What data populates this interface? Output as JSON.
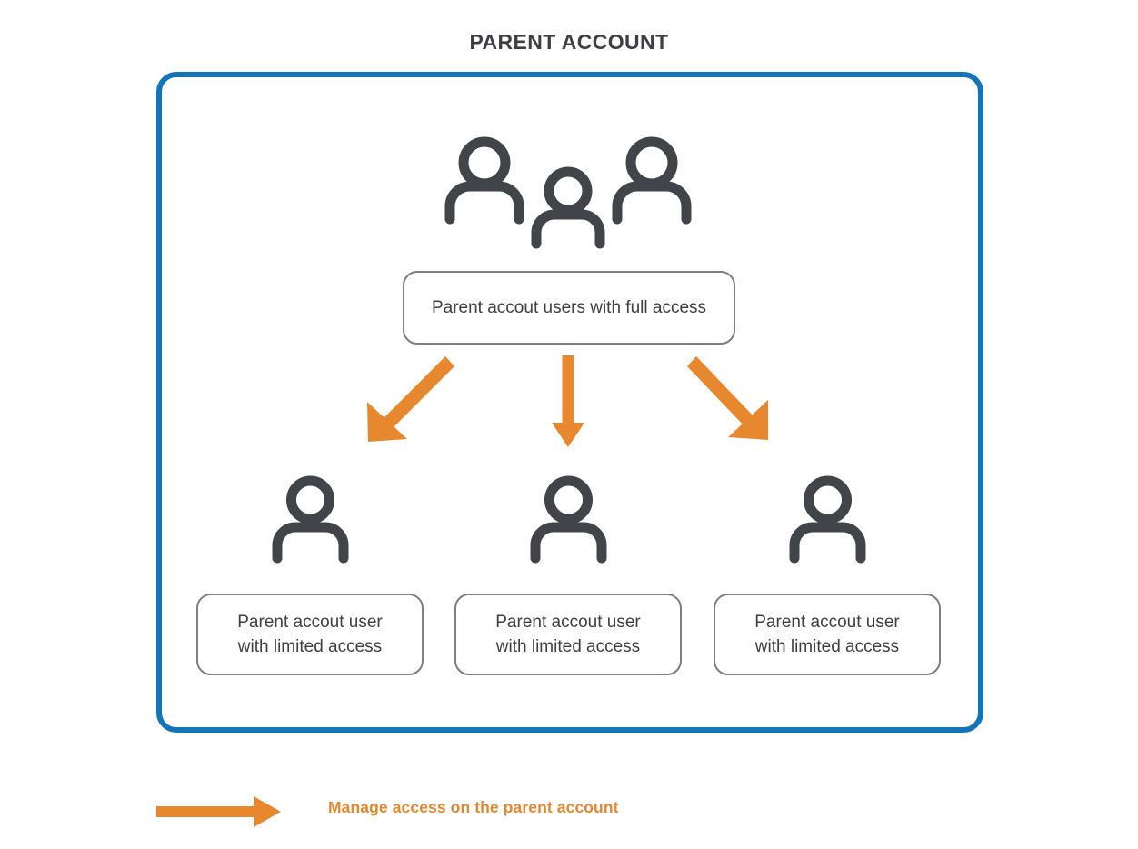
{
  "page": {
    "title": "PARENT ACCOUNT",
    "background_color": "#ffffff"
  },
  "colors": {
    "container_border": "#1275bc",
    "arrow_orange": "#e8882e",
    "legend_text": "#e2882f",
    "icon_gray": "#414449",
    "box_border": "#7c7f87",
    "text_dark": "#3d3f45"
  },
  "container": {
    "name": "parent-account-container",
    "border_color": "#1275bc"
  },
  "nodes": {
    "root": {
      "icon": "group-of-three-people-icon",
      "label": "Parent accout users with full access"
    },
    "children": [
      {
        "icon": "person-icon",
        "label_line1": "Parent accout user",
        "label_line2": "with limited access"
      },
      {
        "icon": "person-icon",
        "label_line1": "Parent accout user",
        "label_line2": "with limited access"
      },
      {
        "icon": "person-icon",
        "label_line1": "Parent accout user",
        "label_line2": "with limited access"
      }
    ]
  },
  "arrows": [
    {
      "name": "arrow-to-child-1",
      "direction": "down-left",
      "color": "#e8882e"
    },
    {
      "name": "arrow-to-child-2",
      "direction": "down",
      "color": "#e8882e"
    },
    {
      "name": "arrow-to-child-3",
      "direction": "down-right",
      "color": "#e8882e"
    }
  ],
  "legend": {
    "arrow_icon": "right-arrow-icon",
    "arrow_color": "#e8882e",
    "text": "Manage access on the parent account"
  }
}
